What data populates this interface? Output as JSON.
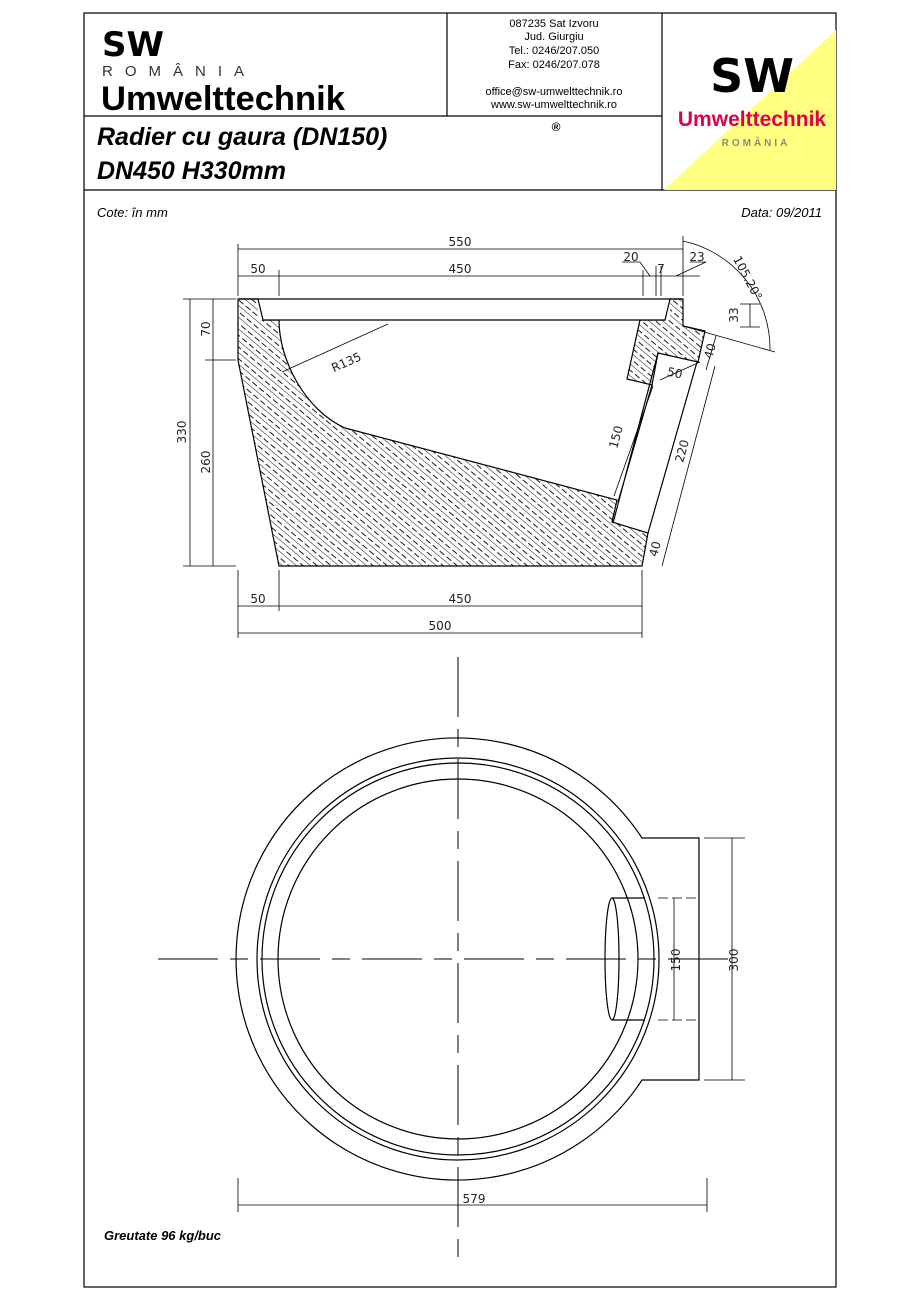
{
  "header": {
    "company_logo": {
      "line1": "SW",
      "line2": "ROMÂNIA",
      "line3": "Umwelttechnik"
    },
    "address": [
      "087235 Sat Izvoru",
      "Jud. Giurgiu",
      "Tel.: 0246/207.050",
      "Fax: 0246/207.078"
    ],
    "email": "office@sw-umwelttechnik.ro",
    "website": "www.sw-umwelttechnik.ro",
    "registered_mark": "®",
    "title_line1": "Radier cu gaura (DN150)",
    "title_line2": "DN450 H330mm",
    "brand_logo": {
      "sw": "SW",
      "name": "Umwelttechnik",
      "country": "ROMÂNIA",
      "colors": {
        "background": "#ffff80",
        "name": "#e0004a",
        "country": "#8a8a8a"
      }
    }
  },
  "meta": {
    "units": "Cote: în mm",
    "date": "Data: 09/2011",
    "weight": "Greutate 96 kg/buc"
  },
  "section_view": {
    "dims": {
      "overall_top": "550",
      "top_left": "50",
      "top_inner": "450",
      "small_20": "20",
      "small_7": "7",
      "small_23": "23",
      "angle": "105.20°",
      "h_33": "33",
      "h_70": "70",
      "h_330": "330",
      "h_260": "260",
      "radius": "R135",
      "pipe_wall_top": "40",
      "pipe_50": "50",
      "pipe_150": "150",
      "pipe_220": "220",
      "pipe_wall_bottom": "40",
      "bottom_left": "50",
      "bottom_inner": "450",
      "overall_bottom": "500"
    }
  },
  "plan_view": {
    "dims": {
      "pipe_dia": "150",
      "lug_width": "300",
      "overall_width": "579"
    }
  }
}
